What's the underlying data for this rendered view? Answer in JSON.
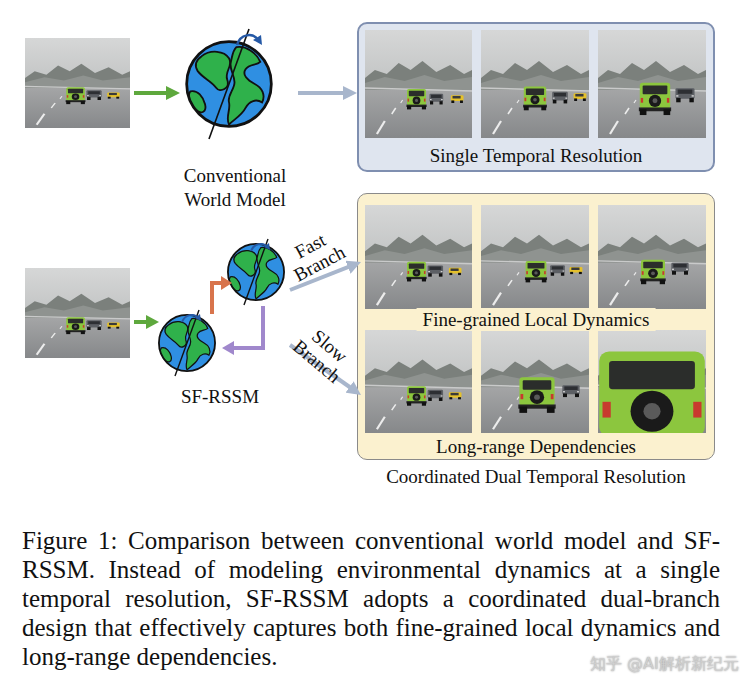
{
  "diagram": {
    "caption": "Figure 1: Comparison between conventional world model and SF-RSSM. Instead of modeling environmental dynamics at a single temporal resolution, SF-RSSM adopts a coordinated dual-branch design that effectively captures both fine-grained local dynamics and long-range dependencies.",
    "nodes": [
      {
        "text": [
          "Conventional World Model"
        ]
      },
      {
        "text": [
          "Single Temporal Resolution"
        ]
      },
      {
        "text": [
          "SF-RSSM"
        ]
      },
      {
        "text": [
          "Coordinated Dual Temporal Resolution"
        ]
      },
      {
        "text": [
          "Fine-grained Local Dynamics"
        ],
        "in": 3
      },
      {
        "text": [
          "Long-range Dependencies"
        ],
        "in": 3
      }
    ],
    "edges": [
      {
        "from": 0,
        "to": 1,
        "arrow": "to"
      },
      {
        "from": 2,
        "to": 4,
        "label": "Fast Branch",
        "arrow": "to"
      },
      {
        "from": 2,
        "to": 5,
        "label": "Slow Branch",
        "arrow": "to"
      }
    ],
    "labels": [
      "知乎 @AI解析新纪元"
    ]
  }
}
